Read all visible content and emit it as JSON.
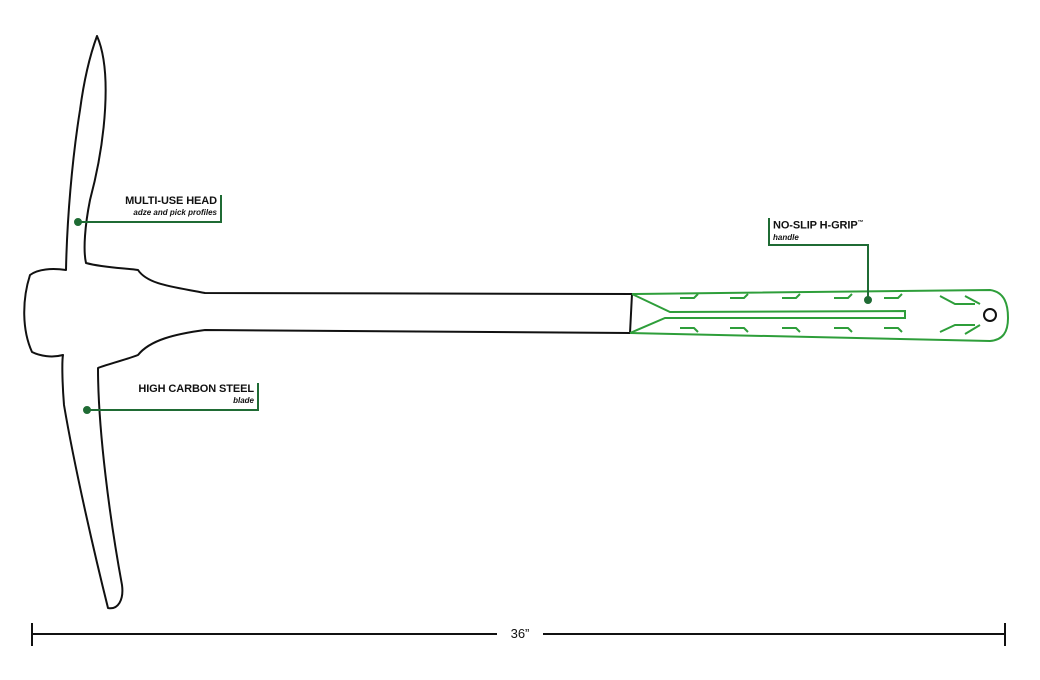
{
  "colors": {
    "outline": "#111111",
    "accent": "#2e9e3a",
    "leader": "#1f6b34"
  },
  "callouts": {
    "head": {
      "title": "MULTI-USE HEAD",
      "subtitle": "adze and pick profiles"
    },
    "blade": {
      "title": "HIGH CARBON STEEL",
      "subtitle": "blade"
    },
    "grip": {
      "title": "NO-SLIP H-GRIP",
      "trademark": "™",
      "subtitle": "handle"
    }
  },
  "dimension": {
    "label": "36”"
  }
}
